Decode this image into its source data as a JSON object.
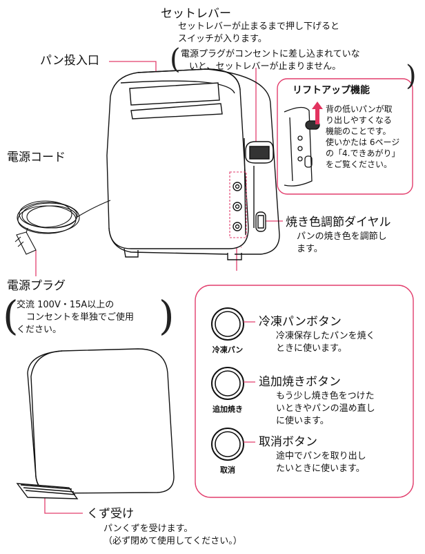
{
  "set_lever": {
    "title": "セットレバー",
    "desc_1": "セットレバーが止まるまで押し下げると",
    "desc_2": "スイッチが入ります。",
    "note_1": "電源プラグがコンセントに差し込まれていな",
    "note_2": "いと、セットレバーが止まりません。"
  },
  "bread_slot": {
    "title": "パン投入口"
  },
  "power_cord": {
    "title": "電源コード"
  },
  "power_plug": {
    "title": "電源プラグ",
    "note_1": "交流 100V・15A以上の",
    "note_2": "コンセントを単独でご使用",
    "note_3": "ください。"
  },
  "lift_up": {
    "title": "リフトアップ機能",
    "desc": [
      "背の低いパンが取",
      "り出しやすくなる",
      "機能のことです。",
      "使いかたは 6ページ",
      "の「4.できあがり」",
      "をご覧ください。"
    ]
  },
  "dial": {
    "title": "焼き色調節ダイヤル",
    "desc_1": "パンの焼き色を調節し",
    "desc_2": "ます。"
  },
  "buttons": [
    {
      "label": "冷凍パン",
      "title": "冷凍パンボタン",
      "desc": [
        "冷凍保存したパンを焼く",
        "ときに使います。"
      ]
    },
    {
      "label": "追加焼き",
      "title": "追加焼きボタン",
      "desc": [
        "もう少し焼き色をつけた",
        "いときやパンの温め直し",
        "に使います。"
      ]
    },
    {
      "label": "取消",
      "title": "取消ボタン",
      "desc": [
        "途中でパンを取り出し",
        "たいときに使います。"
      ]
    }
  ],
  "crumb_tray": {
    "title": "くず受け",
    "desc_1": "パンくずを受けます。",
    "desc_2": "（必ず閉めて使用してください。）"
  },
  "colors": {
    "accent": "#e23d6c",
    "arrow": "#e2335f",
    "panel_fill": "#fbe7ee",
    "line": "#111111"
  }
}
